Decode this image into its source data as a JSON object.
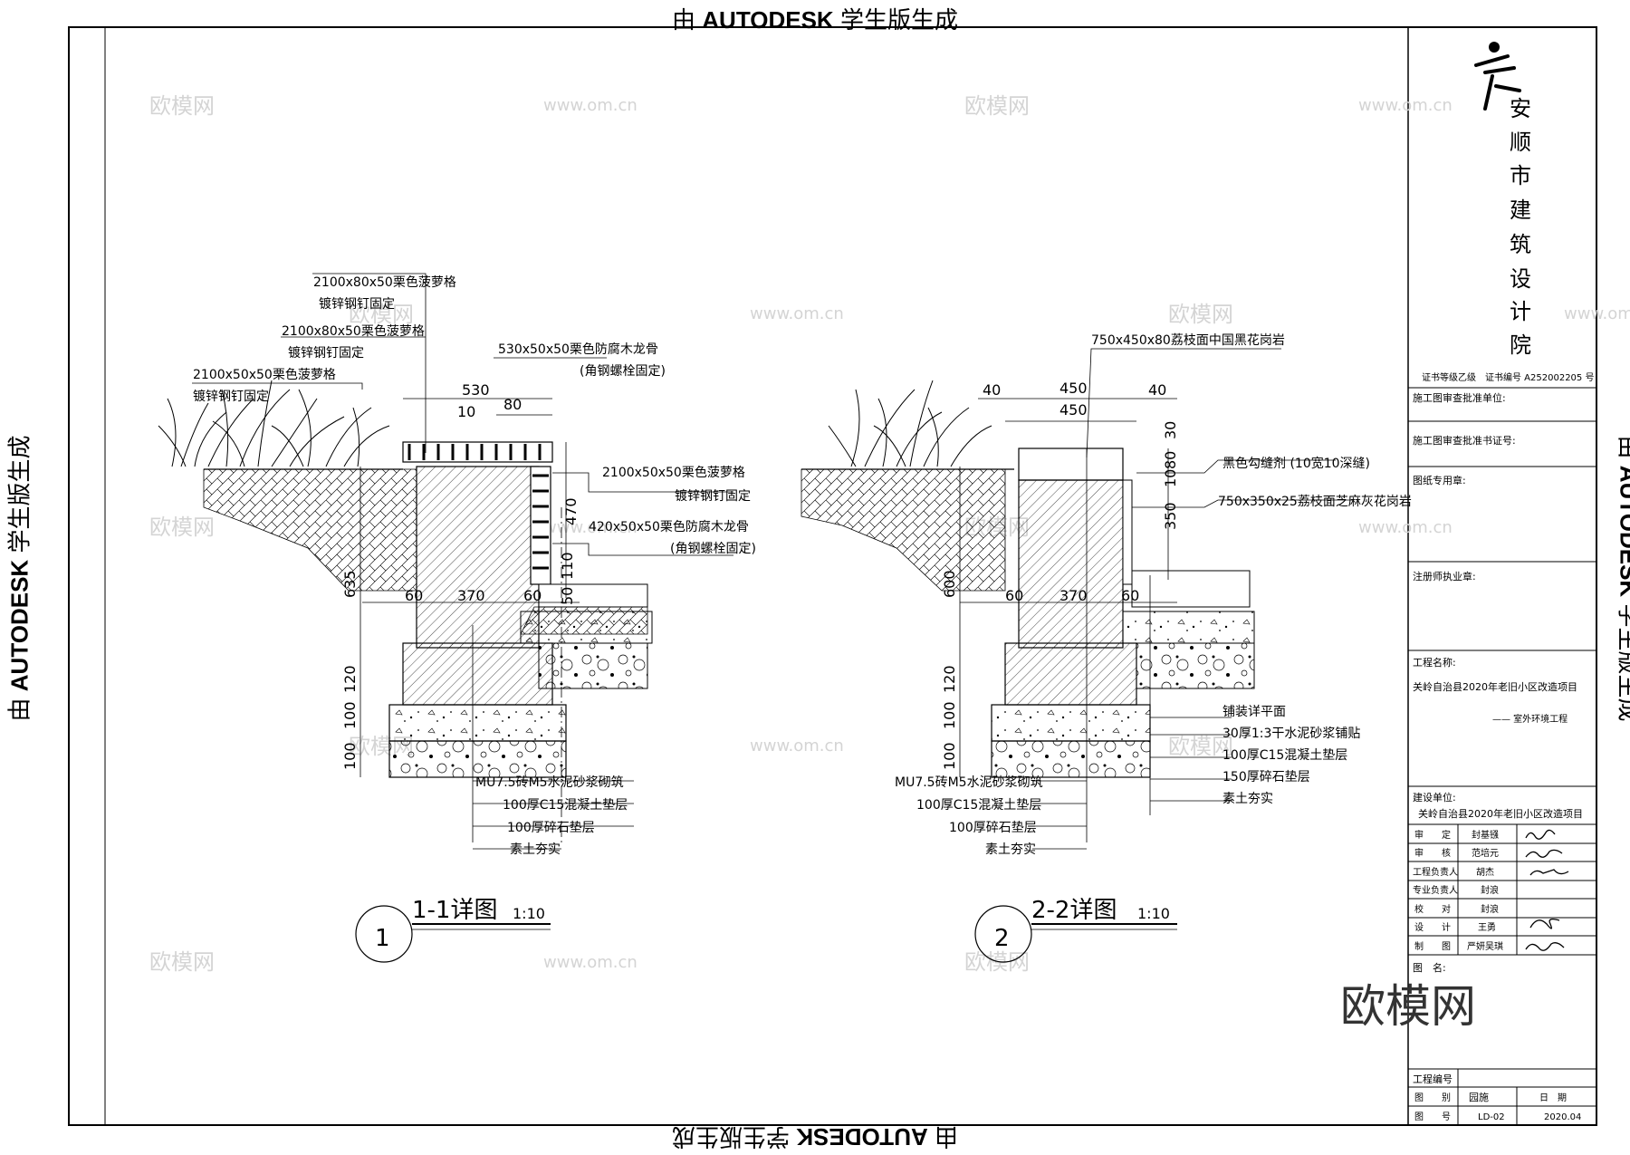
{
  "stamp": {
    "prefix": "由 ",
    "brand": "AUTODESK",
    "suffix": " 学生版生成"
  },
  "watermarks": {
    "brand": "欧模网",
    "url": "www.om.cn",
    "big": "欧模网"
  },
  "detail1": {
    "title": "1-1详图",
    "scale": "1:10",
    "number": "1",
    "labels": {
      "l1a": "2100x80x50栗色菠萝格",
      "l1b": "镀锌钢钉固定",
      "l2a": "2100x80x50栗色菠萝格",
      "l2b": "镀锌钢钉固定",
      "l3a": "2100x50x50栗色菠萝格",
      "l3b": "镀锌钢钉固定",
      "l4a": "530x50x50栗色防腐木龙骨",
      "l4b": "(角钢螺栓固定)",
      "l5a": "2100x50x50栗色菠萝格",
      "l5b": "镀锌钢钉固定",
      "l6a": "420x50x50栗色防腐木龙骨",
      "l6b": "(角钢螺栓固定)"
    },
    "dims": {
      "d530": "530",
      "d10": "10",
      "d80": "80",
      "d470": "470",
      "d110": "110",
      "d50": "50",
      "d635": "635",
      "d60a": "60",
      "d370": "370",
      "d60b": "60",
      "d100a": "100",
      "d100b": "100",
      "d120": "120"
    },
    "layers": [
      "MU7.5砖M5水泥砂浆砌筑",
      "100厚C15混凝土垫层",
      "100厚碎石垫层",
      "素土夯实"
    ]
  },
  "detail2": {
    "title": "2-2详图",
    "scale": "1:10",
    "number": "2",
    "labels": {
      "top": "750x450x80荔枝面中国黑花岗岩",
      "grout": "黑色勾缝剂 (10宽10深缝)",
      "side": "750x350x25荔枝面芝麻灰花岗岩"
    },
    "dims": {
      "d40a": "40",
      "d450a": "450",
      "d40b": "40",
      "d450b": "450",
      "d30": "30",
      "d80": "80",
      "d10": "10",
      "d350": "350",
      "d600": "600",
      "d60a": "60",
      "d370": "370",
      "d60b": "60",
      "d100a": "100",
      "d100b": "100",
      "d120": "120"
    },
    "paving": [
      "铺装详平面",
      "30厚1:3干水泥砂浆铺贴",
      "100厚C15混凝土垫层",
      "150厚碎石垫层",
      "素土夯实"
    ],
    "layers": [
      "MU7.5砖M5水泥砂浆砌筑",
      "100厚C15混凝土垫层",
      "100厚碎石垫层",
      "素土夯实"
    ]
  },
  "titleblock": {
    "institute": [
      "安",
      "顺",
      "市",
      "建",
      "筑",
      "设",
      "计",
      "院"
    ],
    "cert": "证书等级乙级　证书编号 A252002205 号",
    "review_unit": "施工图审查批准单位:",
    "review_cert": "施工图审查批准书证号:",
    "seal": "图纸专用章:",
    "architect": "注册师执业章:",
    "project_label": "工程名称:",
    "project_name": "关岭自治县2020年老旧小区改造项目",
    "project_sub": "—— 室外环境工程",
    "client_label": "建设单位:",
    "client_name": "关岭自治县2020年老旧小区改造项目",
    "roles": [
      {
        "role": "审　　定",
        "name": "封基镪"
      },
      {
        "role": "审　　核",
        "name": "范培元"
      },
      {
        "role": "工程负责人",
        "name": "胡杰"
      },
      {
        "role": "专业负责人",
        "name": "封浪"
      },
      {
        "role": "校　　对",
        "name": "封浪"
      },
      {
        "role": "设　　计",
        "name": "王勇"
      },
      {
        "role": "制　　图",
        "name": "严妍吴琪"
      }
    ],
    "drawing_label": "图　名:",
    "project_no": "工程编号",
    "category_label": "图　　别",
    "category": "园施",
    "date_label": "日　期",
    "number_label": "图　　号",
    "number": "LD-02",
    "date": "2020.04"
  }
}
